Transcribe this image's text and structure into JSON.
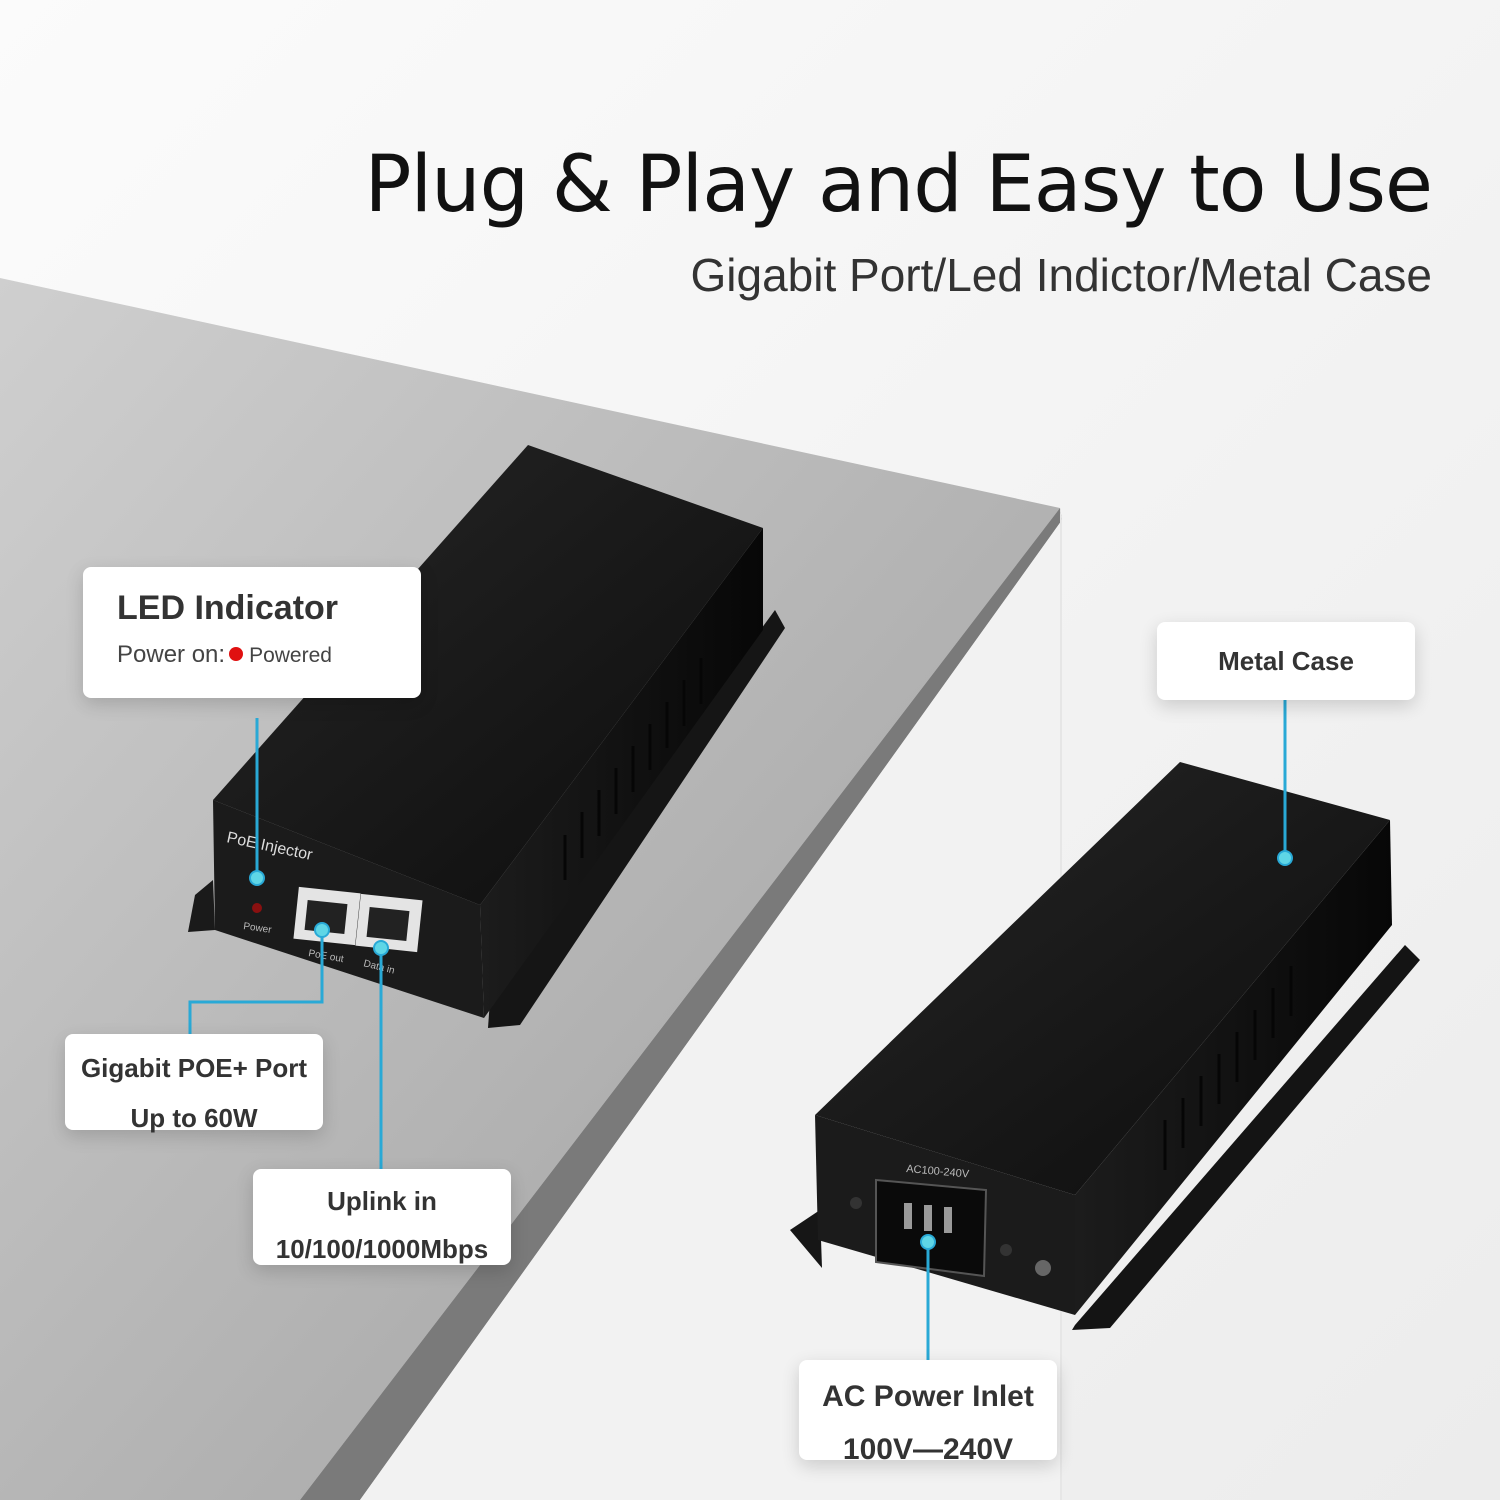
{
  "headline": "Plug & Play and Easy to Use",
  "subhead": "Gigabit Port/Led Indictor/Metal Case",
  "device_front": {
    "label": "PoE Injector",
    "led_label": "Power",
    "port1_label": "PoE out",
    "port2_label": "Data in"
  },
  "device_back": {
    "inlet_label": "AC100-240V"
  },
  "callouts": {
    "led": {
      "title": "LED Indicator",
      "prefix": "Power on:",
      "state": "Powered"
    },
    "metal": {
      "line1": "Metal Case"
    },
    "poe": {
      "line1": "Gigabit POE+ Port",
      "line2": "Up to 60W"
    },
    "uplink": {
      "line1": "Uplink in",
      "line2": "10/100/1000Mbps"
    },
    "ac": {
      "line1": "AC Power Inlet",
      "line2": "100V—240V"
    }
  },
  "colors": {
    "accent": "#29a9d6",
    "led_red": "#e01010",
    "device_black": "#141414"
  }
}
